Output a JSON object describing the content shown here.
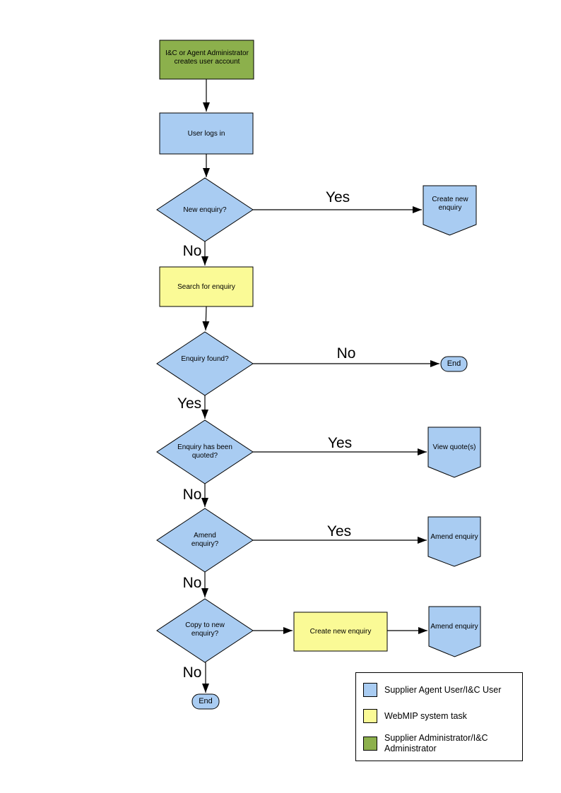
{
  "colors": {
    "user_task_fill": "#A9CCF2",
    "system_task_fill": "#FAFA96",
    "admin_task_fill": "#8CB04C",
    "line_color": "#000000"
  },
  "nodes": {
    "admin_creates_account": "I&C or Agent Administrator creates user account",
    "user_logs_in": "User logs in",
    "new_enquiry_q": "New enquiry?",
    "create_new_enquiry_top": "Create new enquiry",
    "search_for_enquiry": "Search for enquiry",
    "enquiry_found_q": "Enquiry found?",
    "end_right": "End",
    "enquiry_quoted_q": "Enquiry has been quoted?",
    "view_quotes": "View quote(s)",
    "amend_enquiry_q": "Amend enquiry?",
    "amend_enquiry_action": "Amend enquiry",
    "copy_to_new_q": "Copy to new enquiry?",
    "create_new_enquiry_bottom": "Create new enquiry",
    "amend_enquiry_action2": "Amend enquiry",
    "end_bottom": "End"
  },
  "edge_labels": {
    "new_enquiry_yes": "Yes",
    "new_enquiry_no": "No",
    "enquiry_found_no": "No",
    "enquiry_found_yes": "Yes",
    "quoted_yes": "Yes",
    "quoted_no": "No",
    "amend_yes": "Yes",
    "amend_no": "No",
    "copy_no": "No"
  },
  "legend": {
    "items": [
      {
        "color": "#A9CCF2",
        "label": "Supplier Agent User/I&C User"
      },
      {
        "color": "#FAFA96",
        "label": "WebMIP system task"
      },
      {
        "color": "#8CB04C",
        "label": "Supplier Administrator/I&C Administrator"
      }
    ]
  }
}
